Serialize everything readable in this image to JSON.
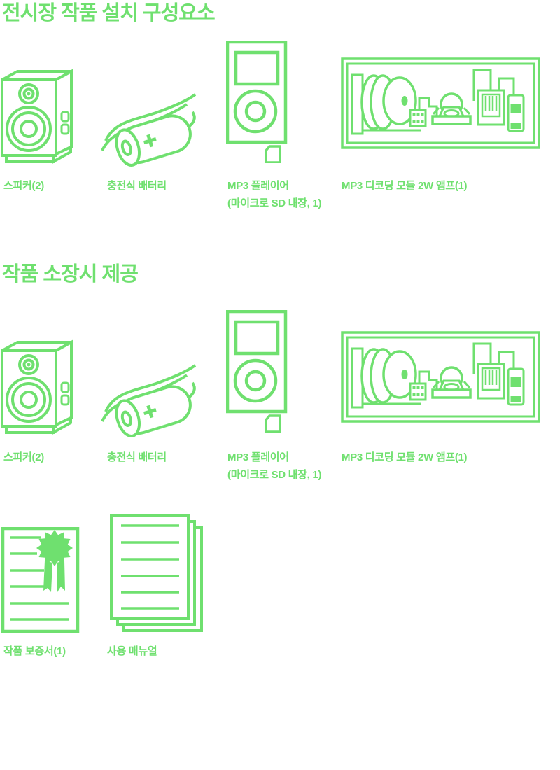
{
  "colors": {
    "accent": "#6FE06F",
    "background": "#ffffff"
  },
  "sections": [
    {
      "title": "전시장 작품 설치 구성요소",
      "items": [
        {
          "icon": "speaker-icon",
          "label": "스피커(2)"
        },
        {
          "icon": "battery-icon",
          "label": "충전식 배터리"
        },
        {
          "icon": "mp3-player-icon",
          "label": "MP3 플레이어",
          "sublabel": "(마이크로 SD 내장, 1)"
        },
        {
          "icon": "decoder-module-icon",
          "label": "MP3 디코딩 모듈 2W 앰프(1)"
        }
      ]
    },
    {
      "title": "작품 소장시 제공",
      "items": [
        {
          "icon": "speaker-icon",
          "label": "스피커(2)"
        },
        {
          "icon": "battery-icon",
          "label": "충전식 배터리"
        },
        {
          "icon": "mp3-player-icon",
          "label": "MP3 플레이어",
          "sublabel": "(마이크로 SD 내장, 1)"
        },
        {
          "icon": "decoder-module-icon",
          "label": "MP3 디코딩 모듈 2W 앰프(1)"
        }
      ],
      "extra_items": [
        {
          "icon": "certificate-icon",
          "label": "작품 보증서(1)"
        },
        {
          "icon": "manual-icon",
          "label": "사용 매뉴얼"
        }
      ]
    }
  ]
}
